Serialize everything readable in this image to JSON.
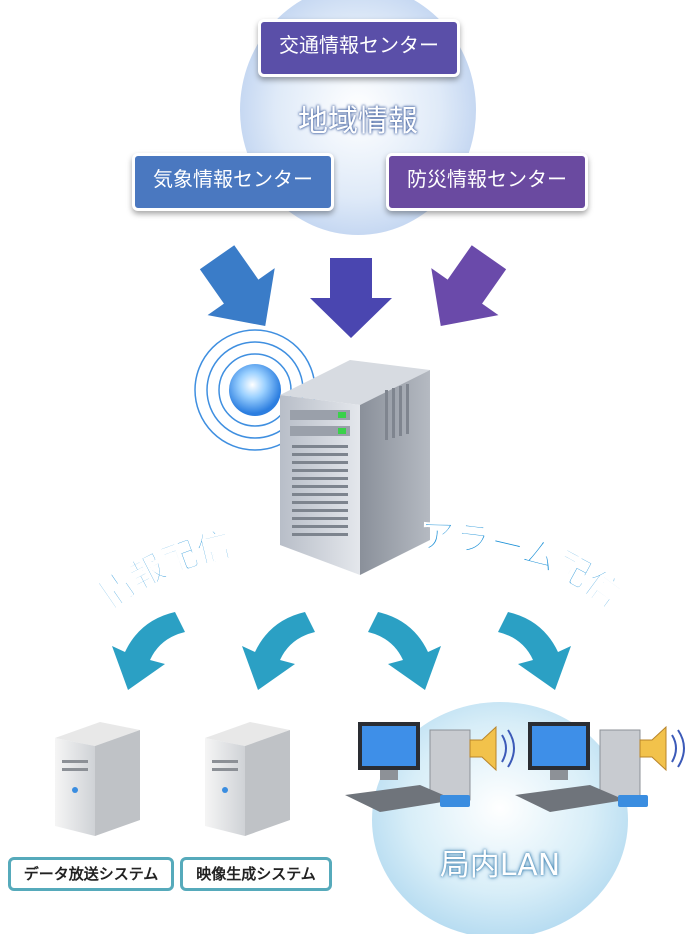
{
  "region": {
    "label": "地域情報",
    "sources": [
      {
        "label": "交通情報センター",
        "color": "#5a4fa8"
      },
      {
        "label": "気象情報センター",
        "color": "#4a78c0"
      },
      {
        "label": "防災情報センター",
        "color": "#6a4aa0"
      }
    ]
  },
  "flows": {
    "info_delivery": "情報配信",
    "alarm_delivery": "アラーム配信"
  },
  "outputs": {
    "data_broadcast": "データ放送システム",
    "video_generation": "映像生成システム"
  },
  "lan": {
    "label": "局内LAN"
  },
  "colors": {
    "arrow_top_left": "#3a7cc8",
    "arrow_top_mid": "#4a46b0",
    "arrow_top_right": "#6a4aaa",
    "arrow_bottom": "#2ba0c4",
    "curve_text": "#1a8fd6"
  }
}
